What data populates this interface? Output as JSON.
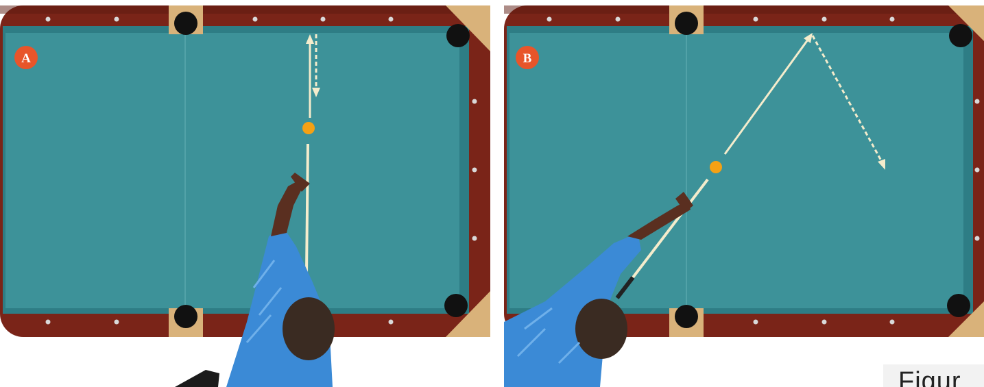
{
  "panels": [
    {
      "label": "A",
      "shot": "straight"
    },
    {
      "label": "B",
      "shot": "angled"
    }
  ],
  "caption": {
    "text": "Figur"
  },
  "colors": {
    "felt": "#3d9299",
    "felt_dark": "#2e7d85",
    "rail_wood": "#7a2418",
    "rail_wood_dark": "#5c1a10",
    "pocket": "#111111",
    "pocket_liner": "#d9b27a",
    "badge": "#e8552a",
    "ball": "#f5a114",
    "cue": "#f4eccc",
    "shirt": "#3b8ad6",
    "skin": "#5a2f20",
    "hair": "#3a2b22",
    "arrow": "#f4eccc"
  },
  "icons": [
    "pool-table",
    "cue-ball",
    "cue-stick",
    "player",
    "path-arrow",
    "rebound-arrow"
  ]
}
